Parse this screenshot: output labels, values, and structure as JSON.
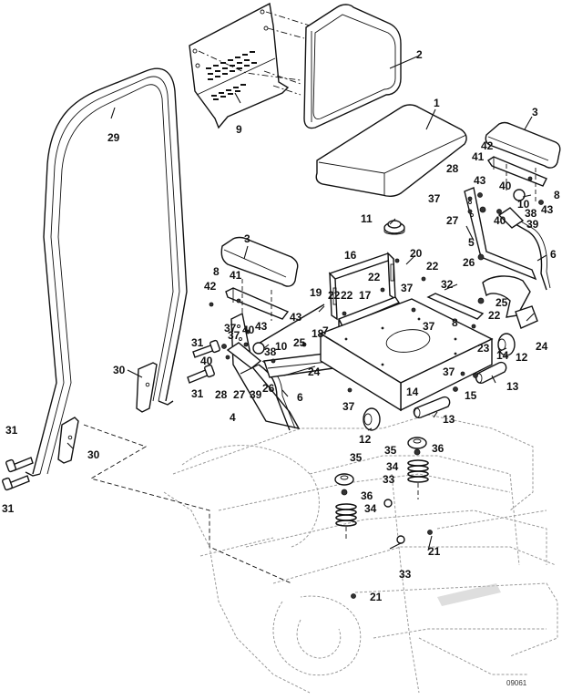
{
  "diagram": {
    "type": "exploded parts view",
    "subject": "Seat, armrests, seat mount plate and roll bar assembly",
    "figure_id": "09061",
    "callouts": [
      {
        "id": "c1",
        "label": "1",
        "part": "seat-cushion"
      },
      {
        "id": "c2",
        "label": "2",
        "part": "seat-back"
      },
      {
        "id": "c3r",
        "label": "3",
        "part": "armrest-right"
      },
      {
        "id": "c3l",
        "label": "3",
        "part": "armrest-left"
      },
      {
        "id": "c4",
        "label": "4",
        "part": "armrest-support-left"
      },
      {
        "id": "c5",
        "label": "5",
        "part": "armrest-support-right"
      },
      {
        "id": "c6r",
        "label": "6",
        "part": "lever-right"
      },
      {
        "id": "c6l",
        "label": "6",
        "part": "lever-left"
      },
      {
        "id": "c7",
        "label": "7",
        "part": "seat-mount-plate"
      },
      {
        "id": "c8r",
        "label": "8",
        "part": "armrest-bracket-right"
      },
      {
        "id": "c8l",
        "label": "8",
        "part": "armrest-bracket-left"
      },
      {
        "id": "c8p",
        "label": "8",
        "part": "plate-hardware"
      },
      {
        "id": "c9",
        "label": "9",
        "part": "seat-back-bracket"
      },
      {
        "id": "c10r",
        "label": "10",
        "part": "knob-right"
      },
      {
        "id": "c10l",
        "label": "10",
        "part": "knob-left"
      },
      {
        "id": "c11",
        "label": "11",
        "part": "seat-switch"
      },
      {
        "id": "c12a",
        "label": "12",
        "part": "bumper-right"
      },
      {
        "id": "c12b",
        "label": "12",
        "part": "bumper-front"
      },
      {
        "id": "c13a",
        "label": "13",
        "part": "pivot-tube-right"
      },
      {
        "id": "c13b",
        "label": "13",
        "part": "pivot-tube-front"
      },
      {
        "id": "c14a",
        "label": "14",
        "part": "bushing-right"
      },
      {
        "id": "c14b",
        "label": "14",
        "part": "bushing-front"
      },
      {
        "id": "c15",
        "label": "15",
        "part": "nut"
      },
      {
        "id": "c16",
        "label": "16",
        "part": "seat-track-bracket"
      },
      {
        "id": "c17",
        "label": "17",
        "part": "seat-track-rail"
      },
      {
        "id": "c18",
        "label": "18",
        "part": "rod"
      },
      {
        "id": "c19",
        "label": "19",
        "part": "clip"
      },
      {
        "id": "c20",
        "label": "20",
        "part": "screw"
      },
      {
        "id": "c21a",
        "label": "21",
        "part": "bolt-right"
      },
      {
        "id": "c21b",
        "label": "21",
        "part": "bolt-lower"
      },
      {
        "id": "c22a",
        "label": "22",
        "part": "screw-a"
      },
      {
        "id": "c22b",
        "label": "22",
        "part": "screw-b"
      },
      {
        "id": "c22c",
        "label": "22",
        "part": "screw-c"
      },
      {
        "id": "c22d",
        "label": "22",
        "part": "screw-d"
      },
      {
        "id": "c22e",
        "label": "22",
        "part": "screw-e"
      },
      {
        "id": "c23",
        "label": "23",
        "part": "washer"
      },
      {
        "id": "c24a",
        "label": "24",
        "part": "strap-right"
      },
      {
        "id": "c24b",
        "label": "24",
        "part": "strap-left"
      },
      {
        "id": "c25a",
        "label": "25",
        "part": "nut-right"
      },
      {
        "id": "c25b",
        "label": "25",
        "part": "nut-left"
      },
      {
        "id": "c26a",
        "label": "26",
        "part": "nut-right"
      },
      {
        "id": "c26b",
        "label": "26",
        "part": "nut-left"
      },
      {
        "id": "c27a",
        "label": "27",
        "part": "washer-right"
      },
      {
        "id": "c27b",
        "label": "27",
        "part": "washer-left"
      },
      {
        "id": "c28a",
        "label": "28",
        "part": "bolt-right"
      },
      {
        "id": "c28b",
        "label": "28",
        "part": "bolt-left"
      },
      {
        "id": "c29",
        "label": "29",
        "part": "roll-bar"
      },
      {
        "id": "c30a",
        "label": "30",
        "part": "roll-bar-mount-right"
      },
      {
        "id": "c30b",
        "label": "30",
        "part": "roll-bar-mount-left"
      },
      {
        "id": "c31a",
        "label": "31",
        "part": "bolt-a"
      },
      {
        "id": "c31b",
        "label": "31",
        "part": "bolt-b"
      },
      {
        "id": "c31c",
        "label": "31",
        "part": "bolt-c"
      },
      {
        "id": "c31d",
        "label": "31",
        "part": "bolt-d"
      },
      {
        "id": "c32",
        "label": "32",
        "part": "bracket-plate"
      },
      {
        "id": "c33a",
        "label": "33",
        "part": "nut-a"
      },
      {
        "id": "c33b",
        "label": "33",
        "part": "nut-b"
      },
      {
        "id": "c34a",
        "label": "34",
        "part": "spring-right"
      },
      {
        "id": "c34b",
        "label": "34",
        "part": "spring-left"
      },
      {
        "id": "c35a",
        "label": "35",
        "part": "spacer-right"
      },
      {
        "id": "c35b",
        "label": "35",
        "part": "spacer-left"
      },
      {
        "id": "c36a",
        "label": "36",
        "part": "washer-right"
      },
      {
        "id": "c36b",
        "label": "36",
        "part": "washer-left"
      },
      {
        "id": "c37a",
        "label": "37",
        "part": "screw-a"
      },
      {
        "id": "c37b",
        "label": "37",
        "part": "screw-b"
      },
      {
        "id": "c37c",
        "label": "37",
        "part": "screw-c"
      },
      {
        "id": "c37d",
        "label": "37",
        "part": "screw-d"
      },
      {
        "id": "c37e",
        "label": "37",
        "part": "screw-e"
      },
      {
        "id": "c37f",
        "label": "37",
        "part": "screw-f"
      },
      {
        "id": "c37g",
        "label": "37",
        "part": "screw-g"
      },
      {
        "id": "c38a",
        "label": "38",
        "part": "screw-right"
      },
      {
        "id": "c38b",
        "label": "38",
        "part": "screw-left"
      },
      {
        "id": "c39a",
        "label": "39",
        "part": "bracket-right"
      },
      {
        "id": "c39b",
        "label": "39",
        "part": "bracket-left"
      },
      {
        "id": "c40a",
        "label": "40",
        "part": "nut-a"
      },
      {
        "id": "c40b",
        "label": "40",
        "part": "nut-b"
      },
      {
        "id": "c40c",
        "label": "40",
        "part": "nut-c"
      },
      {
        "id": "c40d",
        "label": "40",
        "part": "nut-d"
      },
      {
        "id": "c41a",
        "label": "41",
        "part": "bolt-right"
      },
      {
        "id": "c41b",
        "label": "41",
        "part": "bolt-left"
      },
      {
        "id": "c42a",
        "label": "42",
        "part": "screw-right"
      },
      {
        "id": "c42b",
        "label": "42",
        "part": "screw-left"
      },
      {
        "id": "c43a",
        "label": "43",
        "part": "nut-a"
      },
      {
        "id": "c43b",
        "label": "43",
        "part": "nut-b"
      },
      {
        "id": "c43c",
        "label": "43",
        "part": "nut-c"
      },
      {
        "id": "c43d",
        "label": "43",
        "part": "nut-d"
      }
    ]
  }
}
